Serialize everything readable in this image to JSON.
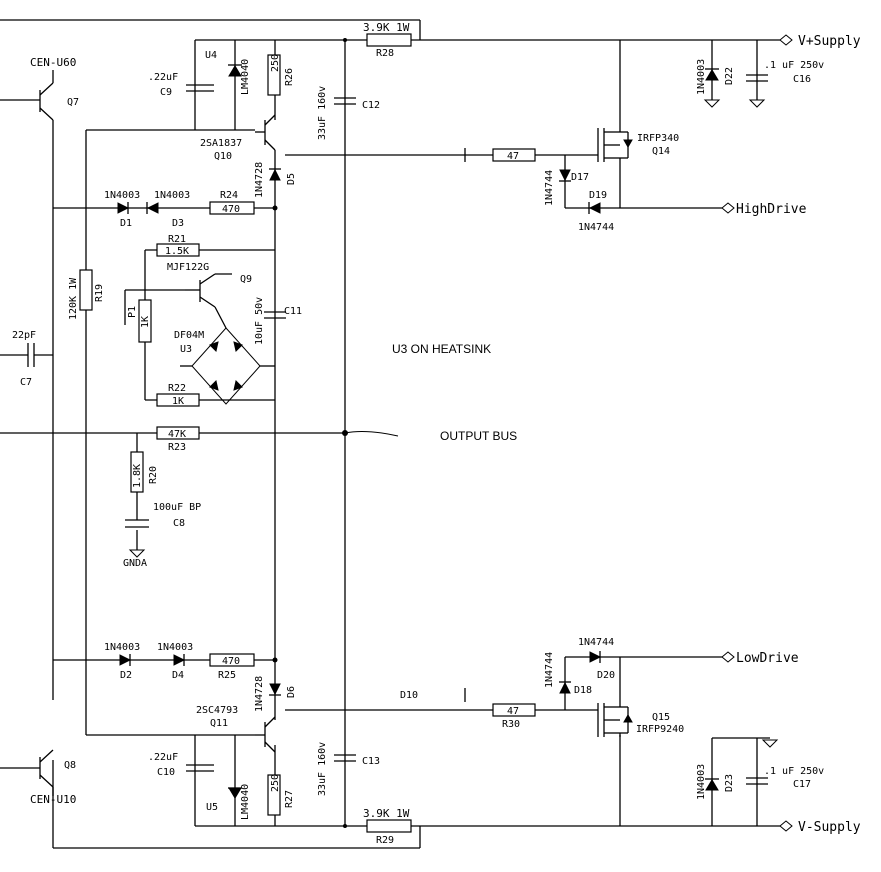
{
  "labels": {
    "r28": "3.9K 1W",
    "r28_ref": "R28",
    "r29": "3.9K 1W",
    "r29_ref": "R29",
    "vplus": "V+Supply",
    "vminus": "V-Supply",
    "high_drive": "HighDrive",
    "low_drive": "LowDrive",
    "u4": "U4",
    "lm4040_top": "LM4040",
    "u5": "U5",
    "lm4040_bot": "LM4040",
    "r26": "R26",
    "r26_val": "250",
    "r27": "R27",
    "r27_val": "250",
    "c9_val": ".22uF",
    "c9": "C9",
    "c10_val": ".22uF",
    "c10": "C10",
    "c12_val": "33uF 160v",
    "c12": "C12",
    "c13_val": "33uF 160v",
    "c13": "C13",
    "q10_part": "2SA1837",
    "q10": "Q10",
    "q11_part": "2SC4793",
    "q11": "Q11",
    "d5_part": "1N4728",
    "d5": "D5",
    "d6_part": "1N4728",
    "d6": "D6",
    "cen_u60": "CEN-U60",
    "q7": "Q7",
    "cen_u10": "CEN-U10",
    "q8": "Q8",
    "d1_part": "1N4003",
    "d1": "D1",
    "d3_part": "1N4003",
    "d3": "D3",
    "d2_part": "1N4003",
    "d2": "D2",
    "d4_part": "1N4003",
    "d4": "D4",
    "r24": "R24",
    "r24_val": "470",
    "r25": "R25",
    "r25_val": "470",
    "r21": "R21",
    "r21_val": "1.5K",
    "r22": "R22",
    "r22_val": "1K",
    "r23": "R23",
    "r23_val": "47K",
    "r20": "R20",
    "r20_val": "1.8K",
    "r19": "R19",
    "r19_val": "120K 1W",
    "mjf": "MJF122G",
    "q9": "Q9",
    "p1": "P1",
    "p1_val": "1K",
    "df04m": "DF04M",
    "u3": "U3",
    "c11_val": "10uF 50v",
    "c11": "C11",
    "c7_val": "22pF",
    "c7": "C7",
    "c8_val": "100uF BP",
    "c8": "C8",
    "gnda": "GNDA",
    "u3_note": "U3 ON HEATSINK",
    "output_bus": "OUTPUT BUS",
    "irfp340": "IRFP340",
    "q14": "Q14",
    "irfp9240": "IRFP9240",
    "q15": "Q15",
    "r_gate_top": "47",
    "r30": "R30",
    "r30_val": "47",
    "d17": "D17",
    "d17_part": "1N4744",
    "d19": "D19",
    "d19_part": "1N4744",
    "d18": "D18",
    "d18_part": "1N4744",
    "d20": "D20",
    "d20_part": "1N4744",
    "d10": "D10",
    "d22_part": "1N4003",
    "d22": "D22",
    "d23_part": "1N4003",
    "d23": "D23",
    "c16_val": ".1 uF 250v",
    "c16": "C16",
    "c17_val": ".1 uF 250v",
    "c17": "C17"
  }
}
